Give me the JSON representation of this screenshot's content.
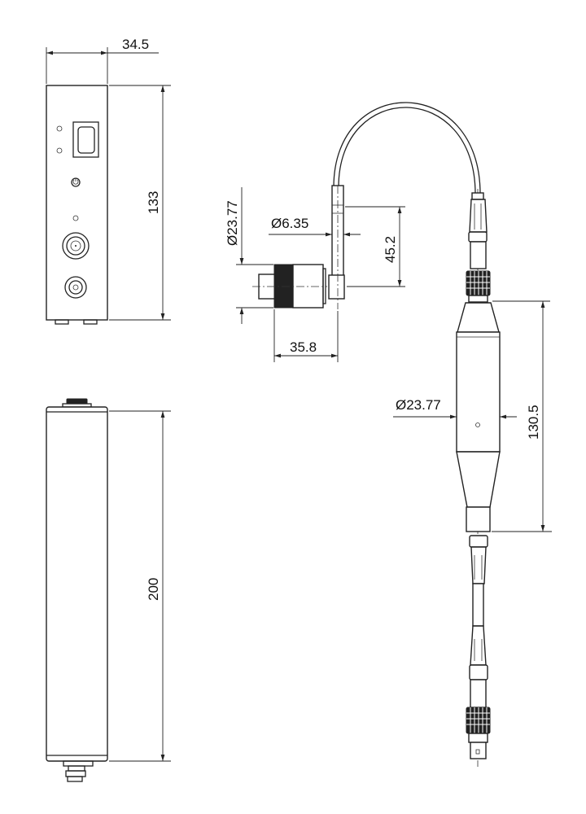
{
  "drawing": {
    "front_view": {
      "width_dim": "34.5",
      "height_dim": "133"
    },
    "side_view": {
      "length_dim": "200"
    },
    "probe": {
      "head_diameter_dim": "Ø23.77",
      "stem_diameter_dim": "Ø6.35",
      "stem_height_dim": "45.2",
      "head_length_dim": "35.8"
    },
    "preamp": {
      "body_diameter_dim": "Ø23.77",
      "body_length_dim": "130.5"
    },
    "colors": {
      "line": "#222222",
      "background": "#ffffff"
    }
  }
}
